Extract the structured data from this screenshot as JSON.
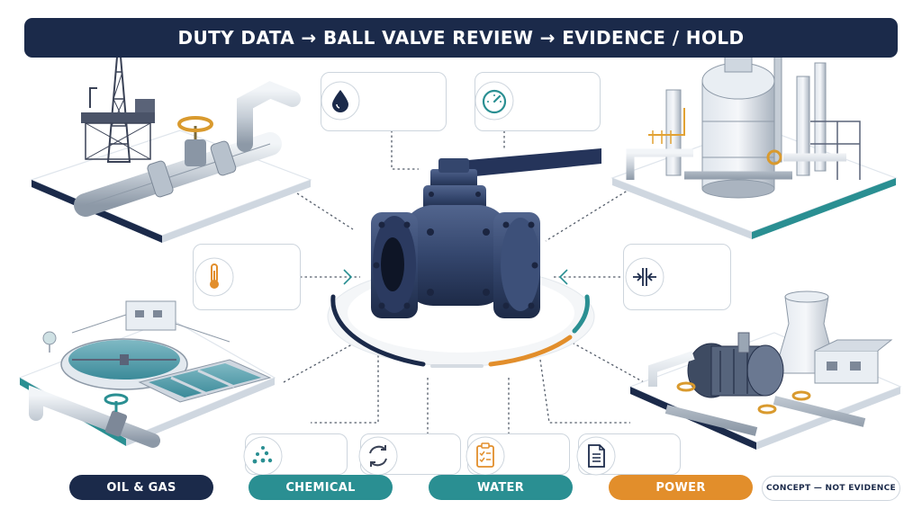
{
  "title": "DUTY DATA → BALL VALVE REVIEW → EVIDENCE / HOLD",
  "icons": {
    "fluid": "droplet-icon",
    "pressure": "pressure-gauge-icon",
    "temperature": "thermometer-icon",
    "size": "compress-arrows-icon",
    "chemical": "particles-icon",
    "cycle": "cycle-arrows-icon",
    "checklist": "clipboard-checklist-icon",
    "document": "document-icon"
  },
  "industries": [
    {
      "label": "OIL & GAS",
      "color": "#1b2a4a"
    },
    {
      "label": "CHEMICAL",
      "color": "#2a8f92"
    },
    {
      "label": "WATER",
      "color": "#2a8f92"
    },
    {
      "label": "POWER",
      "color": "#e28e2b"
    }
  ],
  "disclaimer": "CONCEPT — NOT EVIDENCE",
  "colors": {
    "navy": "#1b2a4a",
    "teal": "#2a8f92",
    "orange": "#e28e2b",
    "valve": "#34466d"
  }
}
